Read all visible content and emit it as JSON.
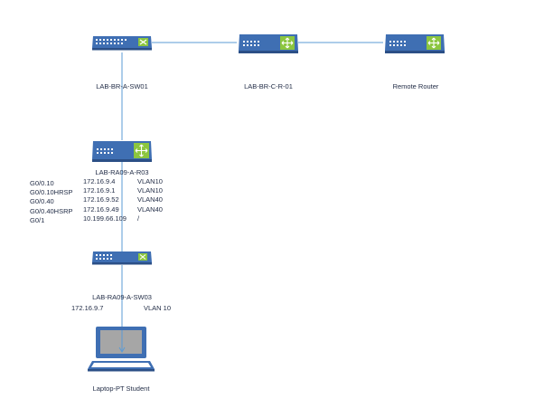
{
  "devices": {
    "sw01": {
      "label": "LAB-BR-A-SW01",
      "icon": "switch-icon"
    },
    "r01": {
      "label": "LAB-BR-C-R-01",
      "icon": "router-icon"
    },
    "remote": {
      "label": "Remote Router",
      "icon": "router-icon"
    },
    "r03": {
      "label": "LAB-RA09-A-R03",
      "icon": "router-icon"
    },
    "sw03": {
      "label": "LAB-RA09-A-SW03",
      "icon": "switch-icon"
    },
    "laptop": {
      "label": "Laptop-PT Student",
      "icon": "laptop-icon"
    }
  },
  "r03_interfaces": [
    {
      "iface": "G0/0.10",
      "ip": "172.16.9.4",
      "vlan": "VLAN10"
    },
    {
      "iface": "G0/0.10HRSP",
      "ip": "172.16.9.1",
      "vlan": "VLAN10"
    },
    {
      "iface": "G0/0.40",
      "ip": "172.16.9.52",
      "vlan": "VLAN40"
    },
    {
      "iface": "G0/0.40HSRP",
      "ip": "172.16.9.49",
      "vlan": "VLAN40"
    },
    {
      "iface": "G0/1",
      "ip": "10.199.66.109",
      "vlan": "/"
    }
  ],
  "sw03_info": {
    "ip": "172.16.9.7",
    "vlan": "VLAN 10"
  },
  "colors": {
    "device_body": "#3f6fb3",
    "device_dark": "#2b4f86",
    "router_green": "#8cc63f",
    "link": "#5b9bd5",
    "text": "#1f2a44"
  }
}
